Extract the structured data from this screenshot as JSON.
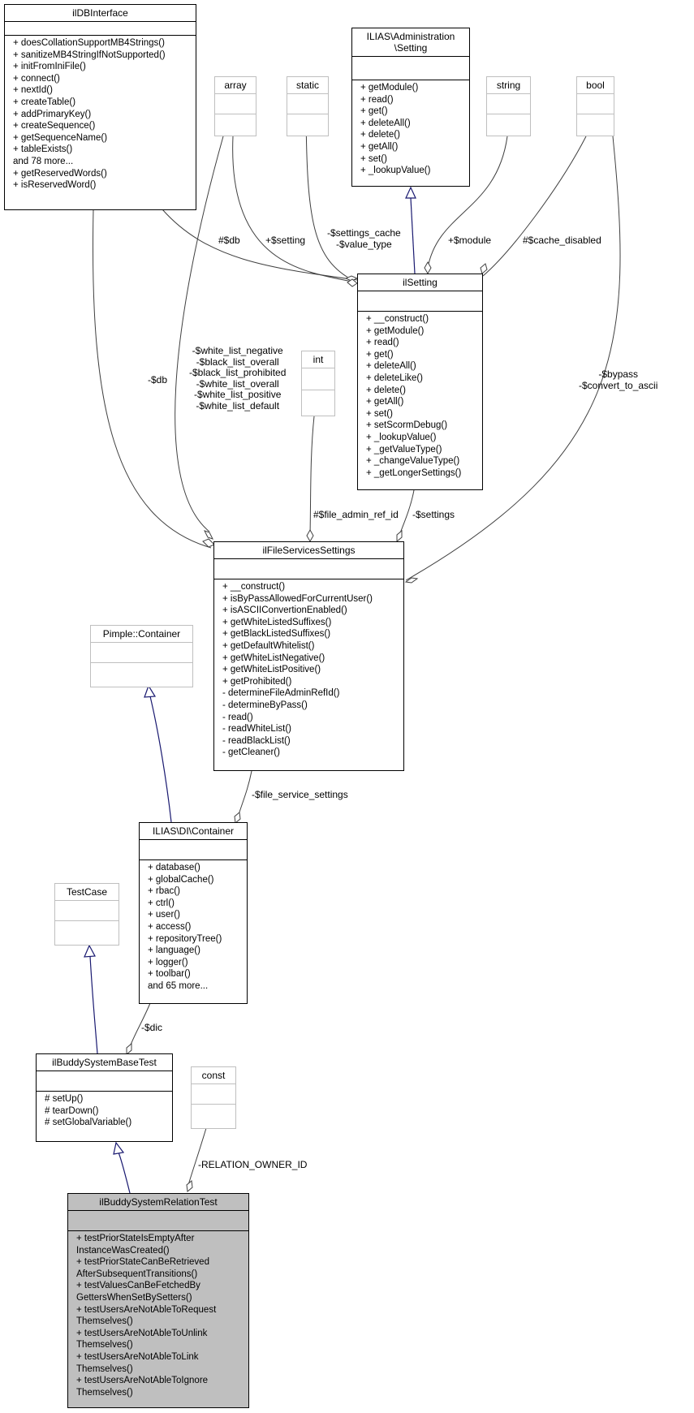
{
  "classes": {
    "ilDBInterface": {
      "title": "ilDBInterface",
      "methods": [
        "+ doesCollationSupportMB4Strings()",
        "+ sanitizeMB4StringIfNotSupported()",
        "+ initFromIniFile()",
        "+ connect()",
        "+ nextId()",
        "+ createTable()",
        "+ addPrimaryKey()",
        "+ createSequence()",
        "+ getSequenceName()",
        "+ tableExists()",
        "and 78 more...",
        "+ getReservedWords()",
        "+ isReservedWord()"
      ]
    },
    "adminSetting": {
      "title_lines": [
        "ILIAS\\Administration",
        "\\Setting"
      ],
      "methods": [
        "+ getModule()",
        "+ read()",
        "+ get()",
        "+ deleteAll()",
        "+ delete()",
        "+ getAll()",
        "+ set()",
        "+ _lookupValue()"
      ]
    },
    "array": {
      "title": "array"
    },
    "static": {
      "title": "static"
    },
    "string": {
      "title": "string"
    },
    "bool": {
      "title": "bool"
    },
    "int": {
      "title": "int"
    },
    "ilSetting": {
      "title": "ilSetting",
      "methods": [
        "+ __construct()",
        "+ getModule()",
        "+ read()",
        "+ get()",
        "+ deleteAll()",
        "+ deleteLike()",
        "+ delete()",
        "+ getAll()",
        "+ set()",
        "+ setScormDebug()",
        "+ _lookupValue()",
        "+ _getValueType()",
        "+ _changeValueType()",
        "+ _getLongerSettings()"
      ]
    },
    "ilFileServicesSettings": {
      "title": "ilFileServicesSettings",
      "methods": [
        "+ __construct()",
        "+ isByPassAllowedForCurrentUser()",
        "+ isASCIIConvertionEnabled()",
        "+ getWhiteListedSuffixes()",
        "+ getBlackListedSuffixes()",
        "+ getDefaultWhitelist()",
        "+ getWhiteListNegative()",
        "+ getWhiteListPositive()",
        "+ getProhibited()",
        "- determineFileAdminRefId()",
        "- determineByPass()",
        "- read()",
        "- readWhiteList()",
        "- readBlackList()",
        "- getCleaner()"
      ]
    },
    "pimpleContainer": {
      "title": "Pimple::Container"
    },
    "diContainer": {
      "title": "ILIAS\\DI\\Container",
      "methods": [
        "+ database()",
        "+ globalCache()",
        "+ rbac()",
        "+ ctrl()",
        "+ user()",
        "+ access()",
        "+ repositoryTree()",
        "+ language()",
        "+ logger()",
        "+ toolbar()",
        "and 65 more..."
      ]
    },
    "testCase": {
      "title": "TestCase"
    },
    "ilBuddySystemBaseTest": {
      "title": "ilBuddySystemBaseTest",
      "methods": [
        "# setUp()",
        "# tearDown()",
        "# setGlobalVariable()"
      ]
    },
    "const": {
      "title": "const"
    },
    "ilBuddySystemRelationTest": {
      "title": "ilBuddySystemRelationTest",
      "methods": [
        "+ testPriorStateIsEmptyAfter",
        "InstanceWasCreated()",
        "+ testPriorStateCanBeRetrieved",
        "AfterSubsequentTransitions()",
        "+ testValuesCanBeFetchedBy",
        "GettersWhenSetBySetters()",
        "+ testUsersAreNotAbleToRequest",
        "Themselves()",
        "+ testUsersAreNotAbleToUnlink",
        "Themselves()",
        "+ testUsersAreNotAbleToLink",
        "Themselves()",
        "+ testUsersAreNotAbleToIgnore",
        "Themselves()"
      ]
    }
  },
  "labels": {
    "db_setting": "#$db",
    "setting": "+$setting",
    "settings_cache": [
      "-$settings_cache",
      "-$value_type"
    ],
    "module": "+$module",
    "cache_disabled": "#$cache_disabled",
    "db_fss": "-$db",
    "lists": [
      "-$white_list_negative",
      "-$black_list_overall",
      "-$black_list_prohibited",
      "-$white_list_overall",
      "-$white_list_positive",
      "-$white_list_default"
    ],
    "bypass": [
      "-$bypass",
      "-$convert_to_ascii"
    ],
    "file_admin_ref_id": "#$file_admin_ref_id",
    "settings": "-$settings",
    "file_service_settings": "-$file_service_settings",
    "dic": "-$dic",
    "relation_owner_id": "-RELATION_OWNER_ID"
  },
  "colors": {
    "edge": "#404040",
    "inheritance": "#191970",
    "node_border": "#000000",
    "external_border": "#bfbfbf",
    "highlight_fill": "#bfbfbf"
  }
}
